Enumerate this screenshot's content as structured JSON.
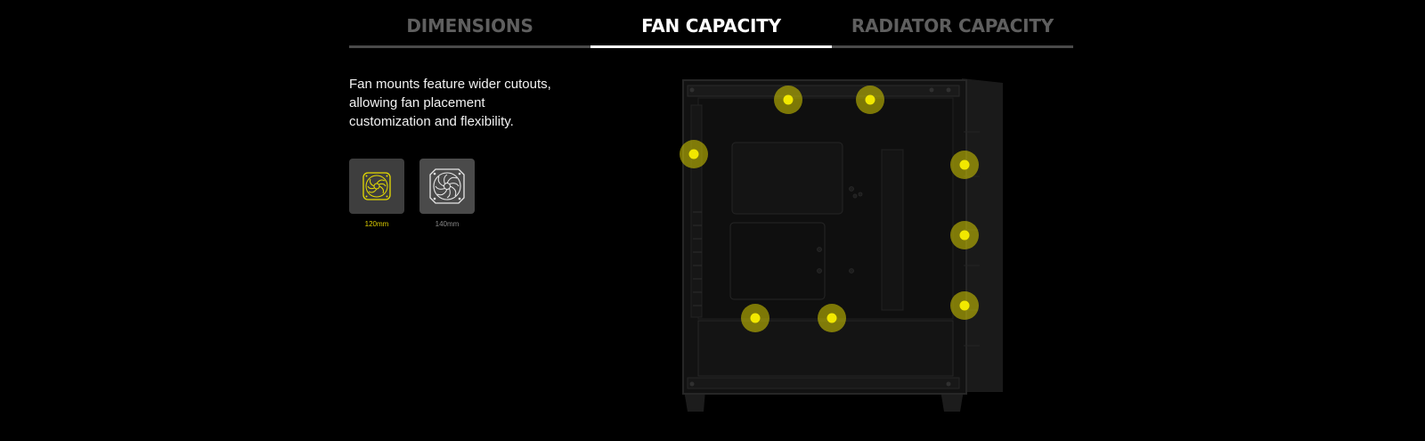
{
  "tabs": [
    {
      "label": "DIMENSIONS",
      "active": false
    },
    {
      "label": "FAN CAPACITY",
      "active": true
    },
    {
      "label": "RADIATOR CAPACITY",
      "active": false
    }
  ],
  "description": "Fan mounts feature wider cutouts, allowing fan placement customization and flexibility.",
  "fan_options": [
    {
      "label": "120mm",
      "selected": true
    },
    {
      "label": "140mm",
      "selected": false
    }
  ],
  "colors": {
    "accent": "#e6dc00",
    "marker_halo": "#d9d000",
    "active_tab": "#ffffff",
    "inactive_tab": "#5f5f5f"
  },
  "mount_points": [
    {
      "name": "top-front"
    },
    {
      "name": "top-rear"
    },
    {
      "name": "rear"
    },
    {
      "name": "front-upper"
    },
    {
      "name": "front-middle"
    },
    {
      "name": "front-lower"
    },
    {
      "name": "bottom-front"
    },
    {
      "name": "bottom-rear"
    }
  ],
  "icons": {
    "fan_120": "fan-icon",
    "fan_140": "fan-icon"
  }
}
